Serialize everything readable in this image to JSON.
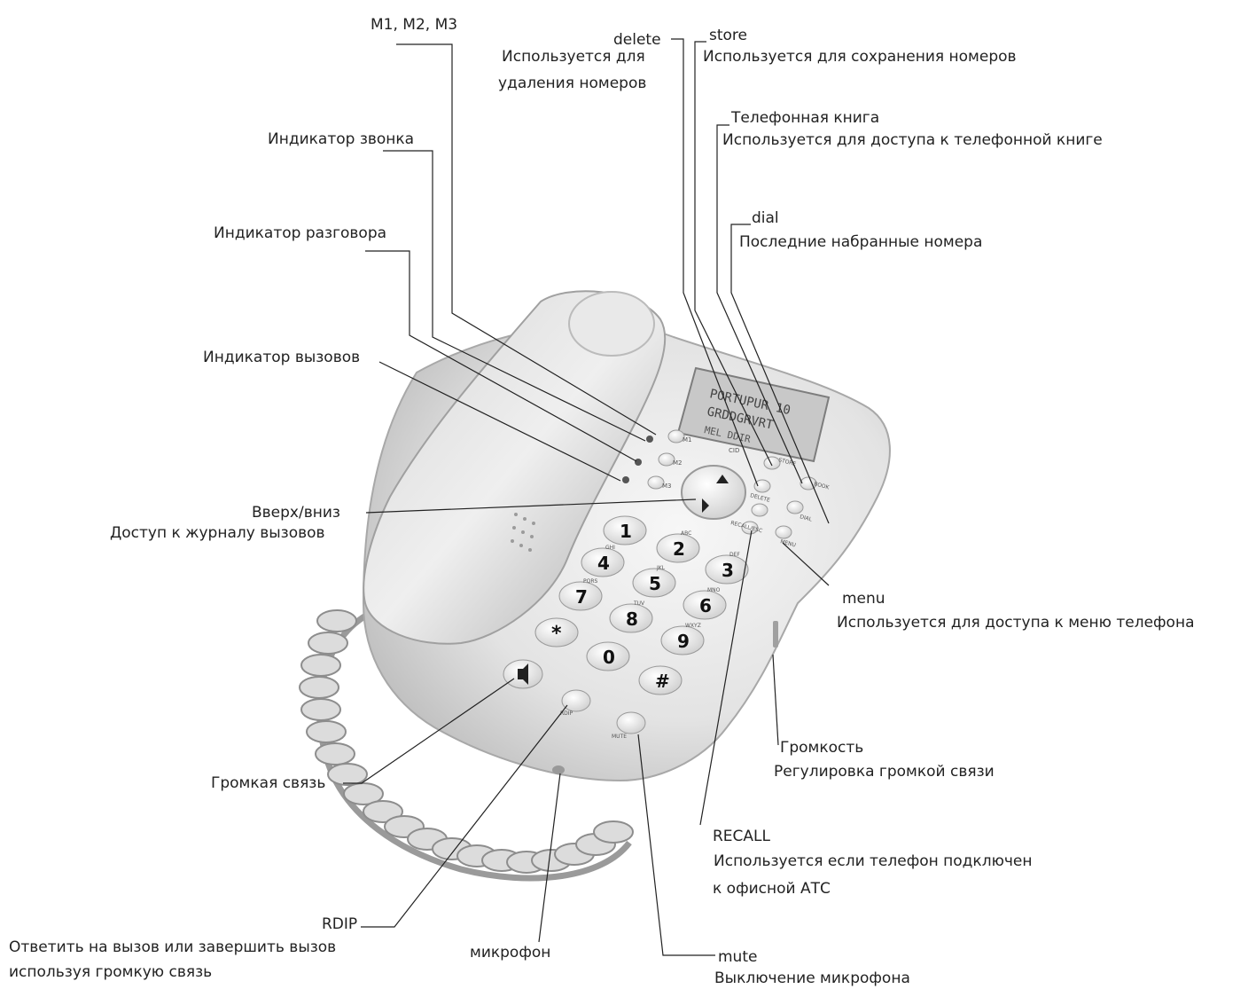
{
  "labels": {
    "m123": "M1, M2, M3",
    "delete_title": "delete",
    "delete_desc1": "Используется для",
    "delete_desc2": "удаления номеров",
    "store_title": "store",
    "store_desc": "Используется для сохранения номеров",
    "phonebook_title": "Телефонная книга",
    "phonebook_desc": "Используется для доступа к телефонной книге",
    "dial_title": "dial",
    "dial_desc": "Последние набранные номера",
    "ring_indicator": "Индикатор звонка",
    "talk_indicator": "Индикатор разговора",
    "calls_indicator": "Индикатор вызовов",
    "updown_title": "Вверх/вниз",
    "updown_desc": "Доступ к журналу вызовов",
    "menu_title": "menu",
    "menu_desc": "Используется для доступа к меню телефона",
    "volume_title": "Громкость",
    "volume_desc": "Регулировка громкой связи",
    "speaker": "Громкая связь",
    "recall_title": "RECALL",
    "recall_desc1": "Используется если телефон подключен",
    "recall_desc2": "к офисной АТС",
    "rdip_title": "RDIP",
    "rdip_desc1": "Ответить на вызов или завершить вызов",
    "rdip_desc2": "используя громкую связь",
    "mic": "микрофон",
    "mute_title": "mute",
    "mute_desc": "Выключение микрофона"
  },
  "keypad": [
    {
      "digit": "1",
      "letters": ""
    },
    {
      "digit": "2",
      "letters": "ABC"
    },
    {
      "digit": "3",
      "letters": "DEF"
    },
    {
      "digit": "4",
      "letters": "GHI"
    },
    {
      "digit": "5",
      "letters": "JKL"
    },
    {
      "digit": "6",
      "letters": "MNO"
    },
    {
      "digit": "7",
      "letters": "PQRS"
    },
    {
      "digit": "8",
      "letters": "TUV"
    },
    {
      "digit": "9",
      "letters": "WXYZ"
    },
    {
      "digit": "*",
      "letters": ""
    },
    {
      "digit": "0",
      "letters": ""
    },
    {
      "digit": "#",
      "letters": ""
    }
  ],
  "display": {
    "line1": "PORTUPUR 10",
    "line2": "GRDDGRVRT",
    "line3": "MEL DDIR"
  },
  "device_labels": {
    "m1": "M1",
    "m2": "M2",
    "m3": "M3",
    "cid": "CID",
    "store": "STORE",
    "delete": "DELETE",
    "book": "BOOK",
    "dial": "DIAL",
    "recall": "RECALL/ESC",
    "menu": "MENU",
    "rdip": "RDIP",
    "mute": "MUTE"
  },
  "colors": {
    "line": "#222222",
    "body": "#e6e6e6",
    "shade": "#bdbdbd",
    "text": "#222222"
  }
}
